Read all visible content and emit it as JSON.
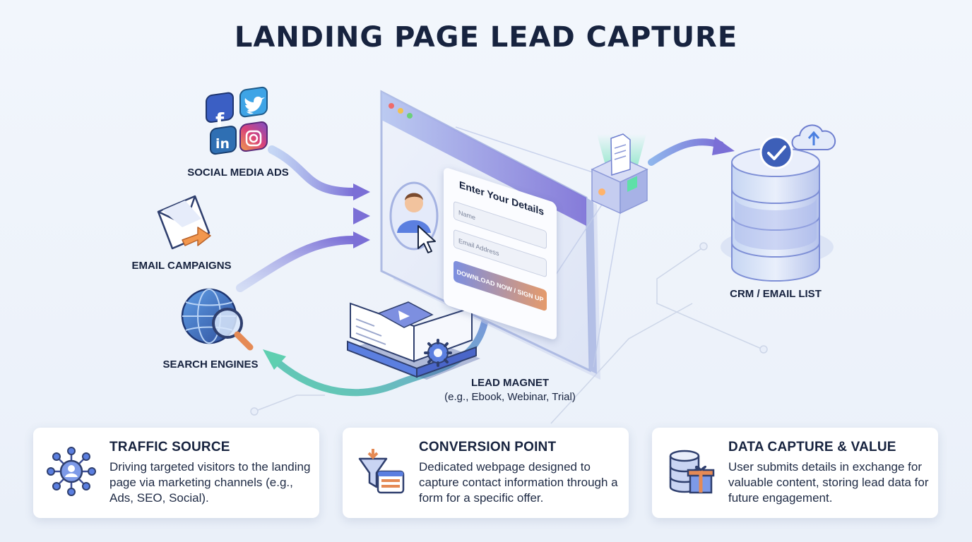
{
  "title": "LANDING PAGE LEAD CAPTURE",
  "sources": {
    "social": "SOCIAL MEDIA ADS",
    "email": "EMAIL CAMPAIGNS",
    "search": "SEARCH ENGINES"
  },
  "form": {
    "title": "Enter Your Details",
    "name_placeholder": "Name",
    "email_placeholder": "Email Address",
    "button": "DOWNLOAD NOW / SIGN UP"
  },
  "lead_magnet": {
    "title": "LEAD MAGNET",
    "subtitle": "(e.g., Ebook, Webinar, Trial)"
  },
  "crm": {
    "label": "CRM / EMAIL LIST"
  },
  "cards": [
    {
      "title": "TRAFFIC SOURCE",
      "desc": "Driving targeted visitors to the landing page via marketing channels (e.g., Ads, SEO, Social).",
      "icon": "network-icon"
    },
    {
      "title": "CONVERSION POINT",
      "desc": "Dedicated webpage designed to capture contact information through a form for a specific offer.",
      "icon": "funnel-form-icon"
    },
    {
      "title": "DATA CAPTURE & VALUE",
      "desc": "User submits details in exchange for valuable content, storing lead data for future engagement.",
      "icon": "database-gift-icon"
    }
  ],
  "colors": {
    "title": "#17233f",
    "accent_purple": "#7b6fd6",
    "accent_blue": "#5b7fe0",
    "accent_teal": "#5fcfb0",
    "accent_orange": "#e58a55"
  }
}
